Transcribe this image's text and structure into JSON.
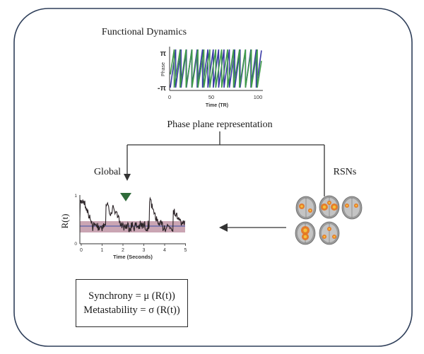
{
  "diagram": {
    "title": "Functional Dynamics",
    "phase_plane_label": "Phase plane representation",
    "global_label": "Global",
    "rsns_label": "RSNs"
  },
  "phase_plot": {
    "ylabel": "Phase",
    "yticks": [
      "π",
      "-π"
    ],
    "xlabel": "Time (TR)",
    "xticks": [
      "0",
      "50",
      "100"
    ],
    "series_colors": [
      "#3a3aa6",
      "#3f9a4a"
    ]
  },
  "sync_plot": {
    "ylabel": "R(t)",
    "yticks": [
      "1",
      "0"
    ],
    "xlabel": "Time (Seconds)",
    "xticks": [
      "0",
      "1",
      "2",
      "3",
      "4",
      "5"
    ],
    "trace_color": "#2a2226",
    "band_color": "#b8879a",
    "marker_color": "#2f6b3a"
  },
  "formulas": {
    "synchrony": "Synchrony = μ (R(t))",
    "metastability": "Metastability = σ (R(t))"
  },
  "colors": {
    "frame": "#2f3f5a",
    "connector": "#333333",
    "brain_activation": "#e8741c"
  },
  "icons": [
    "brain-scan-icon",
    "arrow-left-icon",
    "arrow-down-icon",
    "triangle-marker-icon"
  ]
}
